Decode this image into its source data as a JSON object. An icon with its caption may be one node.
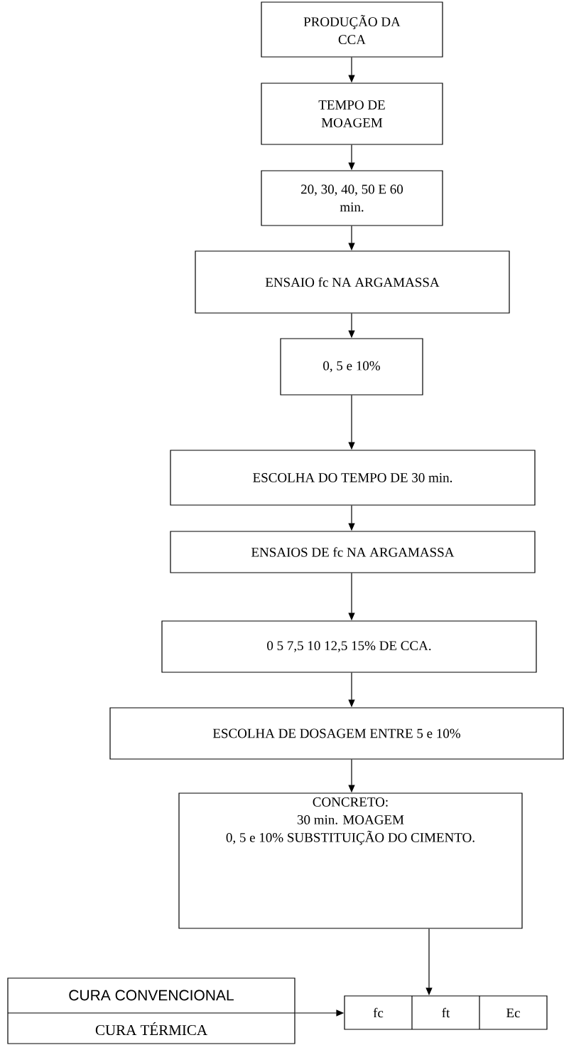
{
  "diagram": {
    "nodes": [
      {
        "text": [
          "PRODUÇÃO DA CCA"
        ]
      },
      {
        "text": [
          "TEMPO DE MOAGEM"
        ]
      },
      {
        "text": [
          "20, 30, 40, 50 E 60 min."
        ]
      },
      {
        "text": [
          "ENSAIO fc NA ARGAMASSA"
        ]
      },
      {
        "text": [
          "0, 5 e 10%"
        ]
      },
      {
        "text": [
          "ESCOLHA DO TEMPO DE 30 min."
        ]
      },
      {
        "text": [
          "ENSAIOS DE fc NA ARGAMASSA"
        ]
      },
      {
        "text": [
          "0 5 7,5 10 12,5 15% DE CCA."
        ]
      },
      {
        "text": [
          "ESCOLHA DE DOSAGEM ENTRE 5 e 10%"
        ]
      },
      {
        "text": [
          "CONCRETO:",
          "30 min. MOAGEM",
          "0, 5 e 10% SUBSTITUIÇÃO DO CIMENTO."
        ]
      },
      {
        "text": [
          "CURA CONVENCIONAL",
          "CURA TÉRMICA"
        ]
      },
      {
        "text": [
          "fc",
          "ft",
          "Ec"
        ]
      }
    ],
    "edges": [
      {
        "from": 0,
        "to": 1,
        "arrow": "to"
      },
      {
        "from": 1,
        "to": 2,
        "arrow": "to"
      },
      {
        "from": 2,
        "to": 3,
        "arrow": "to"
      },
      {
        "from": 3,
        "to": 4,
        "arrow": "to"
      },
      {
        "from": 4,
        "to": 5,
        "arrow": "to"
      },
      {
        "from": 5,
        "to": 6,
        "arrow": "to"
      },
      {
        "from": 6,
        "to": 7,
        "arrow": "to"
      },
      {
        "from": 7,
        "to": 8,
        "arrow": "to"
      },
      {
        "from": 8,
        "to": 9,
        "arrow": "to"
      },
      {
        "from": 9,
        "to": 11,
        "arrow": "to"
      },
      {
        "from": 10,
        "to": 11,
        "arrow": "to"
      }
    ]
  }
}
